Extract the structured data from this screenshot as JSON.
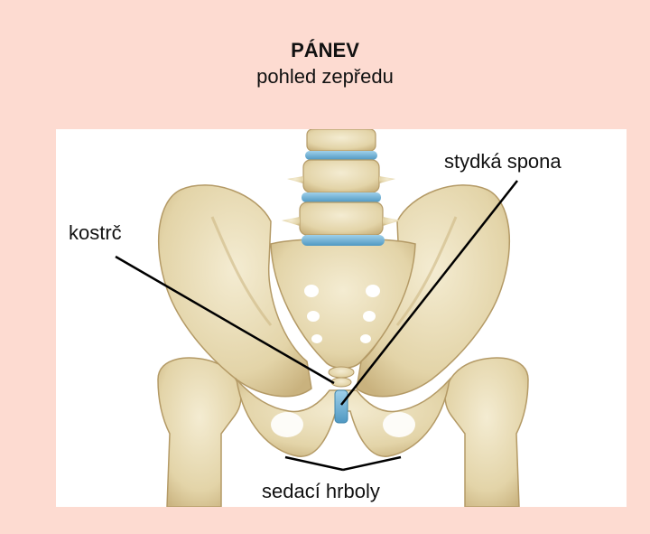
{
  "header": {
    "title": "PÁNEV",
    "subtitle": "pohled zepředu"
  },
  "labels": {
    "coccyx": "kostrč",
    "pubic_symphysis": "stydká spona",
    "ischial_tuberosities": "sedací hrboly"
  },
  "colors": {
    "background": "#fddbd1",
    "panel": "#ffffff",
    "bone": "#e8dcb8",
    "disc": "#6fb3d6",
    "line": "#000000"
  }
}
